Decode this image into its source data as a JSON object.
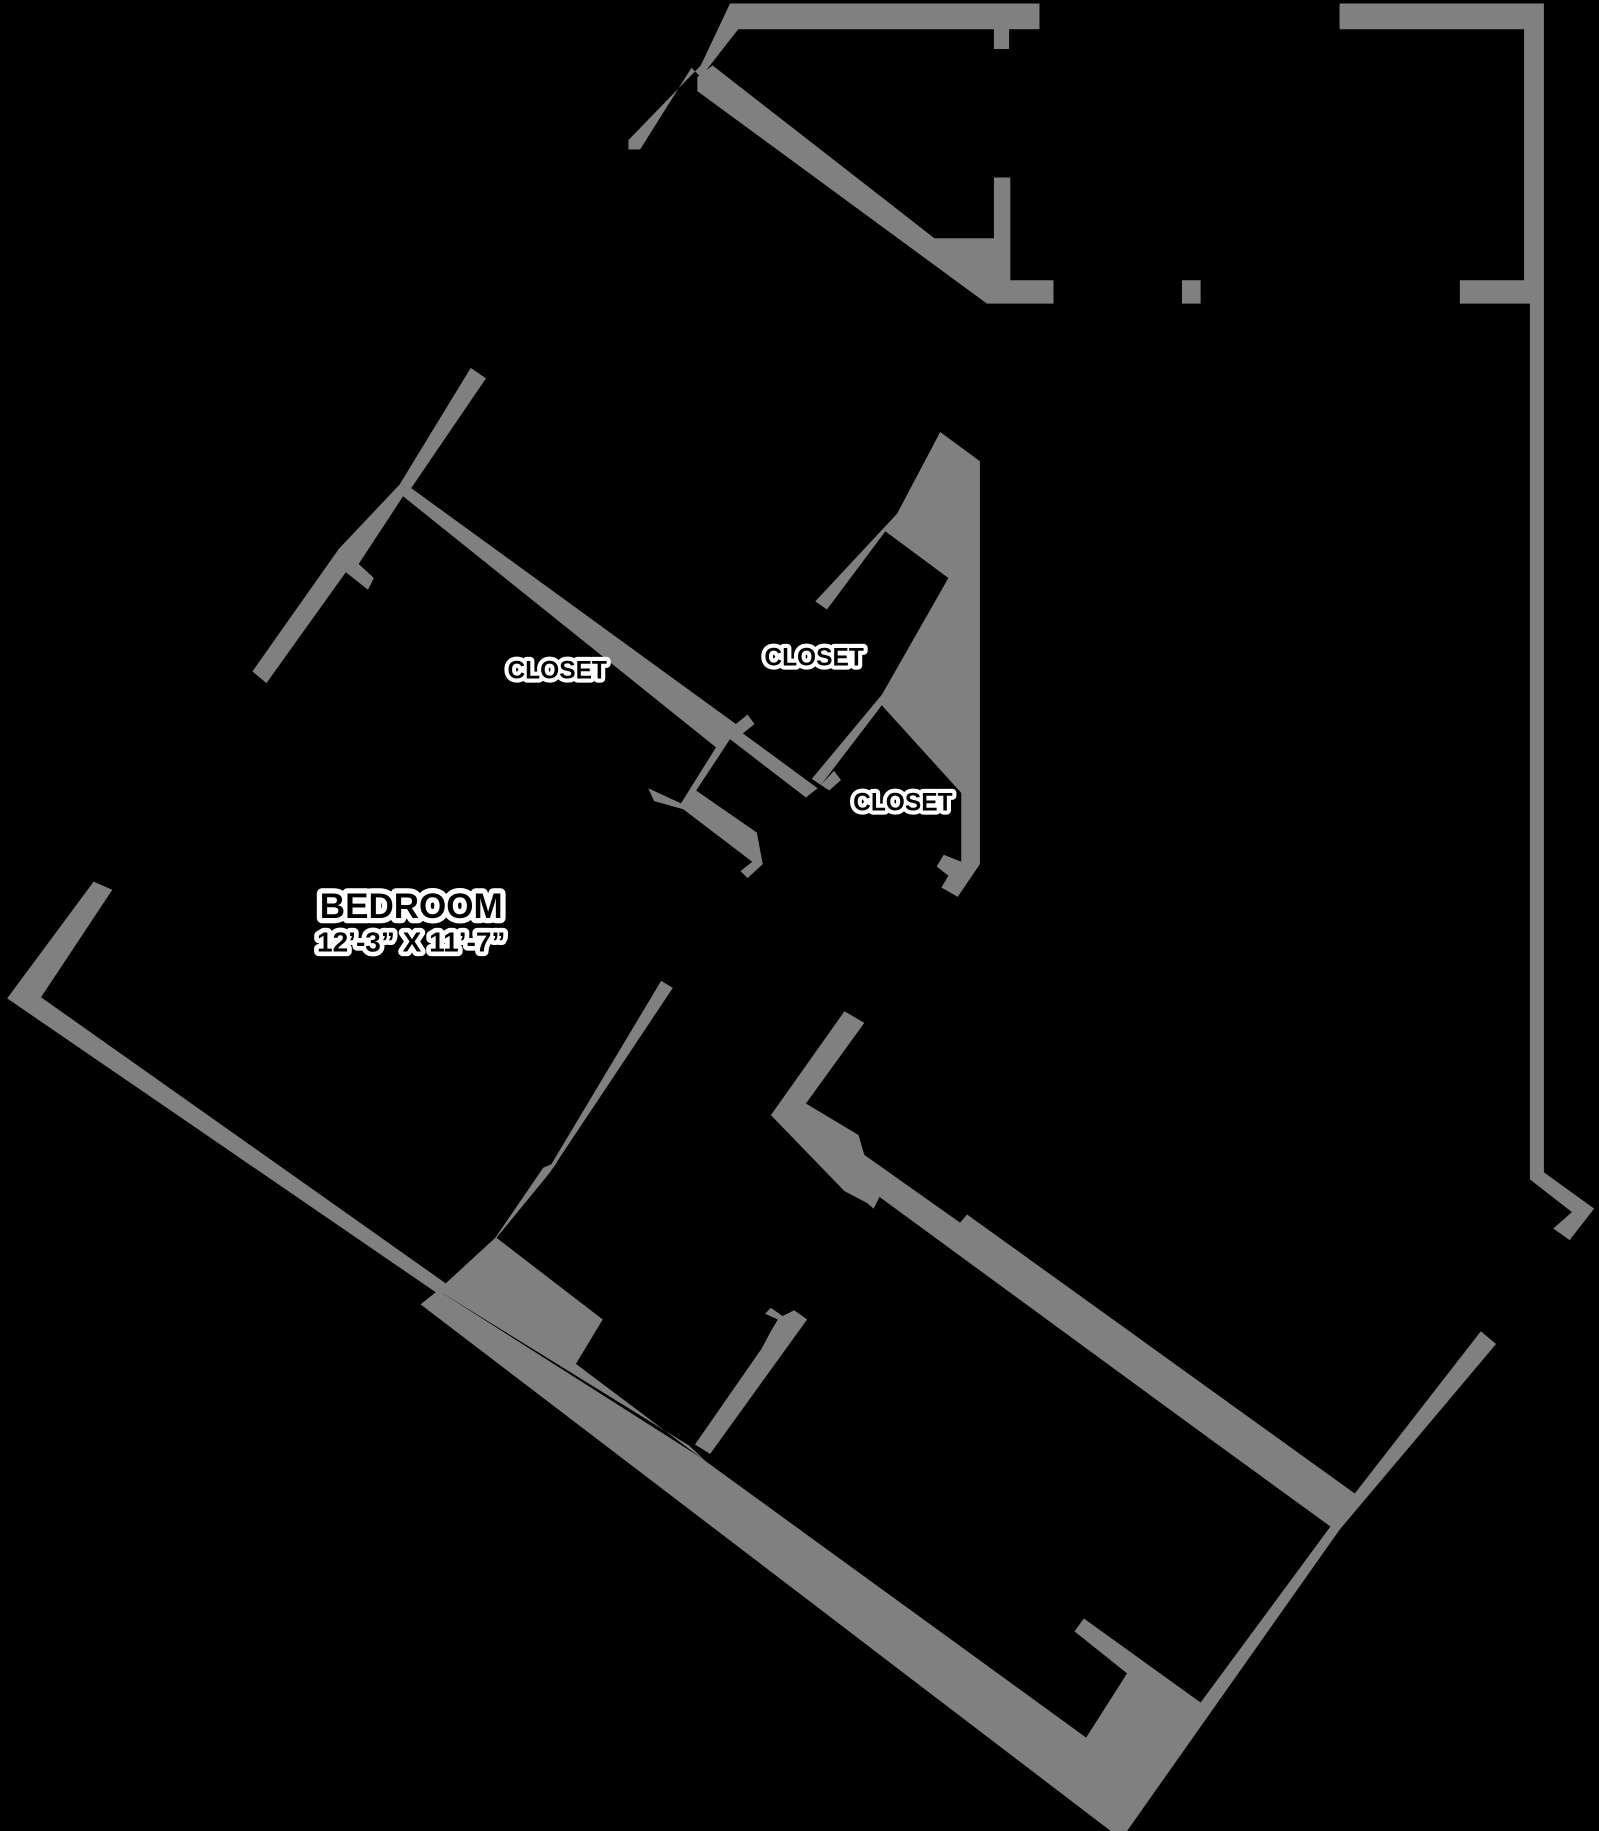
{
  "plan": {
    "background": "#000000",
    "wall_color": "#808080",
    "rooms": [
      {
        "name": "BEDROOM",
        "dimensions": "12’-3” X 11’-7”"
      },
      {
        "name": "CLOSET"
      },
      {
        "name": "CLOSET"
      },
      {
        "name": "CLOSET"
      }
    ]
  }
}
